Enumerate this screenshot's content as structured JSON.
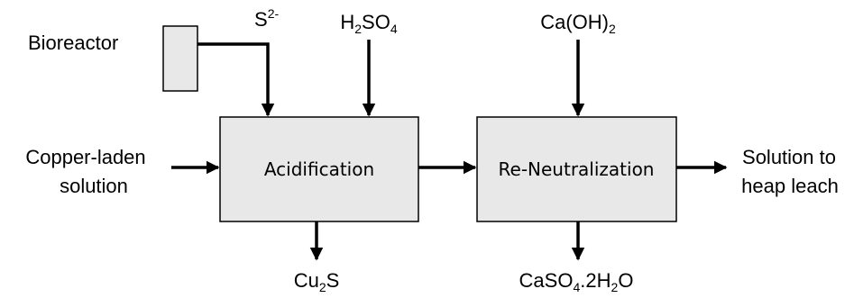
{
  "colors": {
    "box_fill": "#e8e8e8",
    "stroke": "#000000",
    "background": "#ffffff"
  },
  "bioreactor": {
    "label": "Bioreactor"
  },
  "acidification": {
    "label": "Acidification"
  },
  "reneutralization": {
    "label": "Re-Neutralization"
  },
  "inputs": {
    "sulfide": {
      "base": "S",
      "sup": "2-"
    },
    "acid": {
      "p1": "H",
      "s1": "2",
      "p2": "SO",
      "s2": "4"
    },
    "lime": {
      "p1": "Ca(OH)",
      "s1": "2"
    },
    "feed_line1": "Copper-laden",
    "feed_line2": "solution"
  },
  "outputs": {
    "cu2s": {
      "p1": "Cu",
      "s1": "2",
      "p2": "S"
    },
    "gypsum": {
      "p1": "CaSO",
      "s1": "4",
      "p2": ".2H",
      "s2": "2",
      "p3": "O"
    },
    "product_line1": "Solution to",
    "product_line2": "heap leach"
  }
}
